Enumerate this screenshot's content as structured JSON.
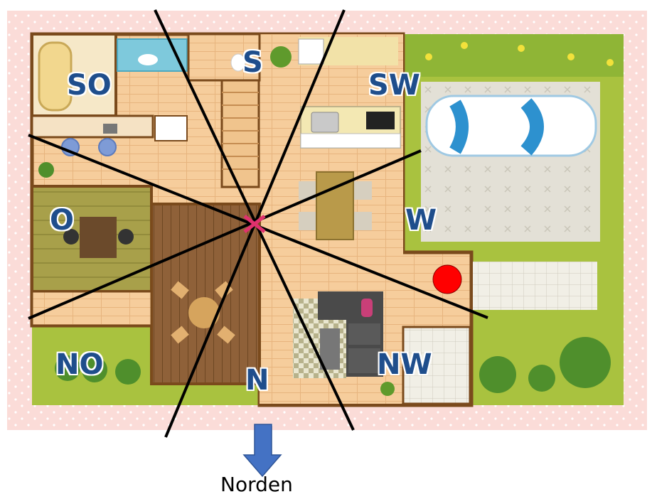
{
  "directions": {
    "so": "SO",
    "s": "S",
    "sw": "SW",
    "o": "O",
    "w": "W",
    "no": "NO",
    "n": "N",
    "nw": "NW"
  },
  "north_arrow_label": "Norden",
  "colors": {
    "direction_text": "#1f4e8c",
    "arrow": "#4472c4",
    "lines": "#000000",
    "center_marker": "#e0316e",
    "red_dot": "#ff0000",
    "border_pink": "#fbd9d6",
    "lawn": "#9dbb3a",
    "wood_floor": "#f3c998",
    "walls": "#7a4a1c"
  },
  "icons": [
    "bathtub-icon",
    "car-icon",
    "stairs-icon",
    "dining-table-icon",
    "sofa-icon",
    "tree-icon",
    "toilet-icon",
    "kitchen-counter-icon"
  ]
}
